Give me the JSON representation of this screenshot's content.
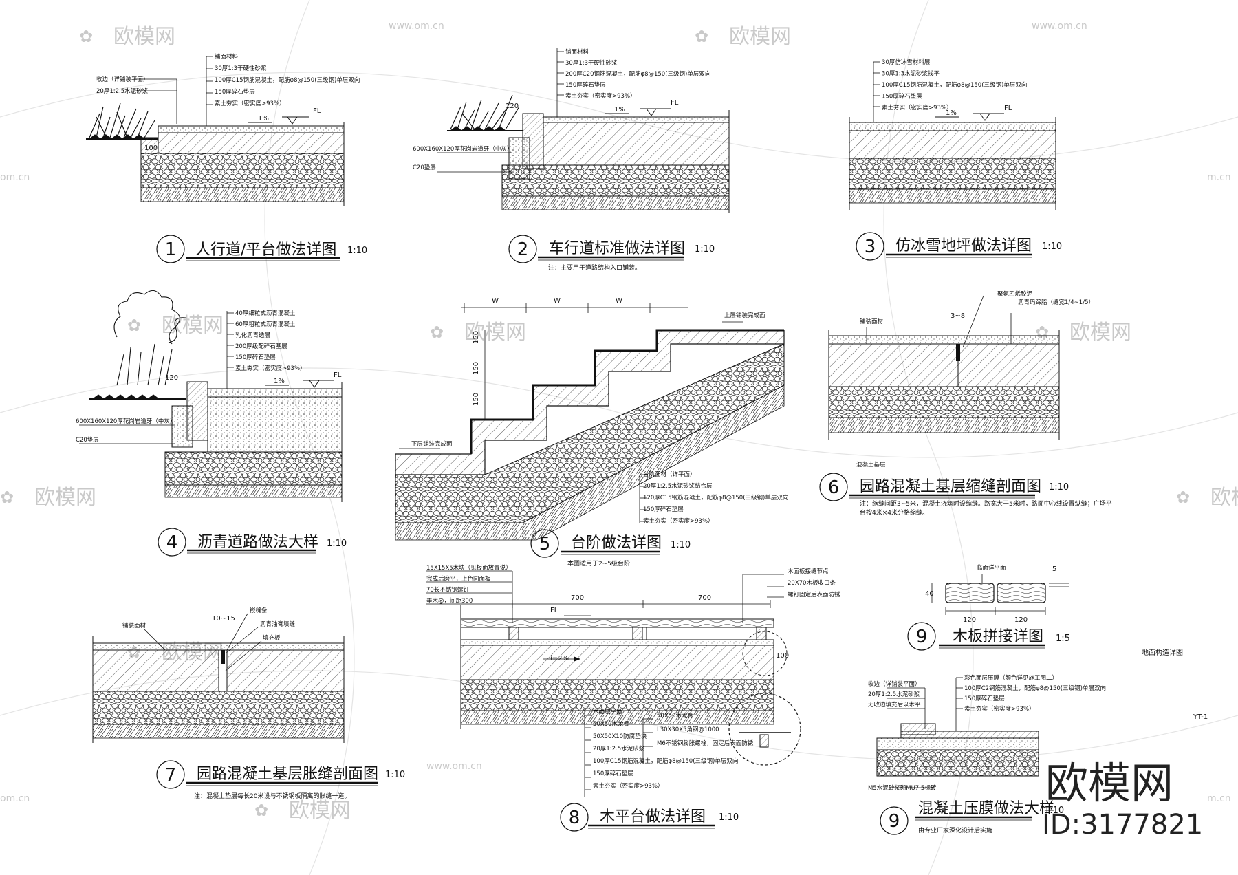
{
  "watermark": {
    "text": "欧模网",
    "url": "www.om.cn",
    "url_short": "om.cn",
    "url_short2": "m.cn"
  },
  "brand": {
    "name": "欧模网",
    "id": "ID:3177821"
  },
  "sheet_code": "YT-1",
  "ground_detail_label": "地面构造详图",
  "details": [
    {
      "num": "1",
      "title": "人行道/平台做法详图",
      "scale": "1:10",
      "note": "",
      "labels": [
        "铺面材料",
        "30厚1:3干硬性砂浆",
        "100厚C15钢筋混凝土，配筋φ8@150(三级钢)单层双向",
        "150厚碎石垫层",
        "素土夯实（密实度>93%）"
      ],
      "left_labels": [
        "收边（详铺装平面）",
        "20厚1:2.5水泥砂浆"
      ],
      "slope": "1%",
      "fl": "FL",
      "dim": "100"
    },
    {
      "num": "2",
      "title": "车行道标准做法详图",
      "scale": "1:10",
      "note": "注：主要用于道路结构入口铺装。",
      "labels": [
        "铺面材料",
        "30厚1:3干硬性砂浆",
        "200厚C20钢筋混凝土，配筋φ8@150(三级钢)单层双向",
        "150厚碎石垫层",
        "素土夯实（密实度>93%）"
      ],
      "left_labels": [
        "600X160X120厚花岗岩道牙（中灰）",
        "C20垫层"
      ],
      "slope": "1%",
      "fl": "FL",
      "dim": "120"
    },
    {
      "num": "3",
      "title": "仿冰雪地坪做法详图",
      "scale": "1:10",
      "note": "",
      "labels": [
        "30厚仿冰雪材料层",
        "30厚1:3水泥砂浆找平",
        "100厚C15钢筋混凝土，配筋φ8@150(三级钢)单层双向",
        "150厚碎石垫层",
        "素土夯实（密实度>93%）"
      ],
      "left_labels": [],
      "slope": "1%",
      "fl": "FL",
      "dim": ""
    },
    {
      "num": "4",
      "title": "沥青道路做法大样",
      "scale": "1:10",
      "note": "",
      "labels": [
        "40厚细粒式沥青混凝土",
        "60厚粗粒式沥青混凝土",
        "乳化沥青透层",
        "200厚级配碎石基层",
        "150厚碎石垫层",
        "素土夯实（密实度>93%）"
      ],
      "left_labels": [
        "600X160X120厚花岗岩道牙（中灰）",
        "C20垫层"
      ],
      "slope": "1%",
      "fl": "FL",
      "dim": "120"
    },
    {
      "num": "5",
      "title": "台阶做法详图",
      "scale": "1:10",
      "note": "本图适用于2~5级台阶",
      "labels": [
        "台阶面材（详平面）",
        "20厚1:2.5水泥砂浆结合层",
        "120厚C15钢筋混凝土，配筋φ8@150(三级钢)单层双向",
        "150厚碎石垫层",
        "素土夯实（密实度>93%）"
      ],
      "left_labels": [
        "下层铺装完成面",
        "上层铺装完成面"
      ],
      "dims": [
        "W",
        "W",
        "W",
        "150",
        "150",
        "150"
      ]
    },
    {
      "num": "6",
      "title": "园路混凝土基层缩缝剖面图",
      "scale": "1:10",
      "note": "注：缩缝间距3~5米，混凝土浇筑时设缩缝。路宽大于5米时，路面中心线设置纵缝；广场平台按4米×4米分格缩缝。",
      "labels": [
        "铺装面材",
        "混凝土基层",
        "聚氨乙烯胶泥",
        "沥青玛蹄脂（缝宽1/4~1/5）"
      ],
      "dim": "3~8"
    },
    {
      "num": "7",
      "title": "园路混凝土基层胀缝剖面图",
      "scale": "1:10",
      "note": "注：混凝土垫层每长20米设与不锈钢板隔离的胀缝一道。",
      "labels": [
        "铺装面材",
        "嵌缝条",
        "沥青油膏填缝",
        "填充板"
      ],
      "dim": "10~15"
    },
    {
      "num": "8",
      "title": "木平台做法详图",
      "scale": "1:10",
      "note": "",
      "labels": [
        "木面层平面",
        "50X50木龙骨",
        "50X50X10防腐垫块",
        "20厚1:2.5水泥砂浆",
        "100厚C15钢筋混凝土，配筋φ8@150(三级钢)单层双向",
        "150厚碎石垫层",
        "素土夯实（密实度>93%）"
      ],
      "left_labels": [
        "15X15X5木块（见板面放置说）",
        "完成后磨平，上色同面板",
        "70长不锈钢螺钉",
        "垂木@，间距300"
      ],
      "right_labels": [
        "木面板接缝节点",
        "20X70木板收口条",
        "螺钉固定后表面防锈"
      ],
      "detail_labels": [
        "50X50木龙骨",
        "L30X30X5角钢@1000",
        "M6不锈钢膨胀螺栓，固定后表面防锈"
      ],
      "dims": [
        "700",
        "700",
        "100"
      ],
      "slope": "i=2%",
      "fl": "FL"
    },
    {
      "num": "9",
      "title": "木板拼接详图",
      "scale": "1:5",
      "note": "",
      "labels": [
        "临面详平面"
      ],
      "dims": [
        "120",
        "120",
        "40",
        "5"
      ]
    },
    {
      "num": "9",
      "title": "混凝土压膜做法大样",
      "scale": "1:10",
      "note": "由专业厂家深化设计后实施",
      "labels": [
        "彩色面层压膜（颜色详见施工图二）",
        "100厚C2钢筋混凝土，配筋φ8@150(三级钢)单层双向",
        "150厚碎石垫层",
        "素土夯实（密实度>93%）"
      ],
      "left_labels": [
        "收边（详铺装平面）",
        "20厚1:2.5水泥砂浆",
        "无收边填充后以木平",
        "M5水泥砂浆砌MU7.5标砖"
      ]
    }
  ]
}
